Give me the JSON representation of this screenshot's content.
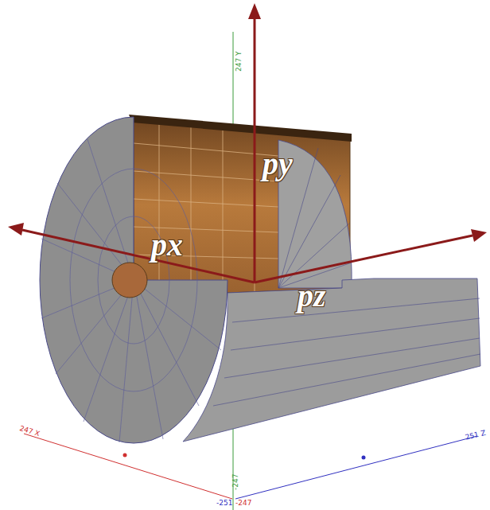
{
  "diagram": {
    "labels": [
      "px",
      "py",
      "pz",
      "247 Y",
      "247 X",
      "251 Z",
      "-251",
      "-247",
      "-247"
    ]
  }
}
